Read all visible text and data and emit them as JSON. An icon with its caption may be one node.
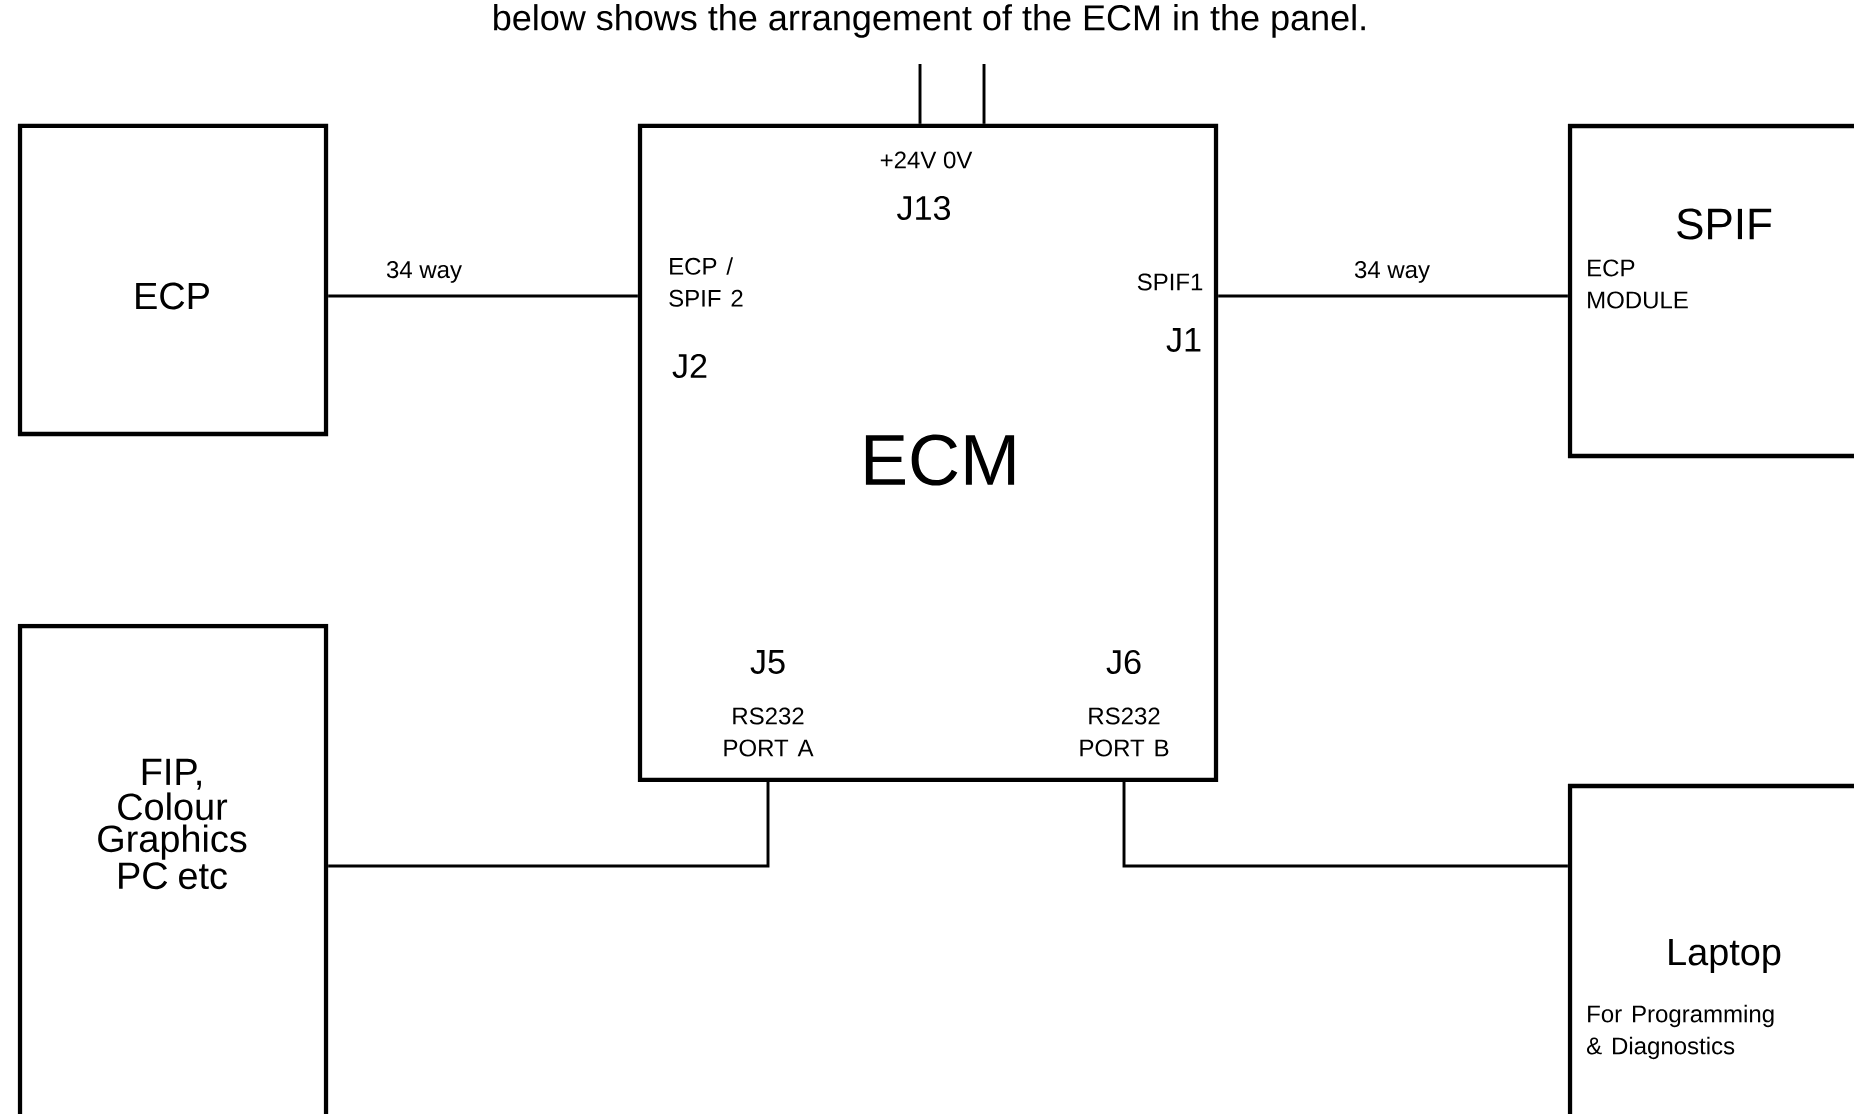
{
  "diagram": {
    "nodes": [
      {
        "text": [
          "ECP"
        ]
      },
      {
        "text": [
          "+24V 0V",
          "J13",
          "ECP / SPIF 2",
          "J2",
          "SPIF1",
          "J1",
          "ECM",
          "J5",
          "RS232 PORT A",
          "J6",
          "RS232 PORT B"
        ]
      },
      {
        "text": [
          "SPIF",
          "ECP MODULE"
        ]
      },
      {
        "text": [
          "FIP, Colour Graphics PC etc"
        ]
      },
      {
        "text": [
          "Laptop",
          "For Programming & Diagnostics"
        ]
      }
    ],
    "edges": [
      {
        "from": 0,
        "to": 1,
        "arrow": "none",
        "label": "34 way"
      },
      {
        "from": 1,
        "to": 2,
        "arrow": "none",
        "label": "34 way"
      },
      {
        "from": 1,
        "to": 3,
        "arrow": "none"
      },
      {
        "from": 1,
        "to": 4,
        "arrow": "none"
      },
      {
        "from": 1,
        "to": null,
        "arrow": "none"
      },
      {
        "from": 1,
        "to": null,
        "arrow": "none"
      }
    ],
    "labels": [
      "below shows the arrangement of the ECM in the panel."
    ]
  }
}
